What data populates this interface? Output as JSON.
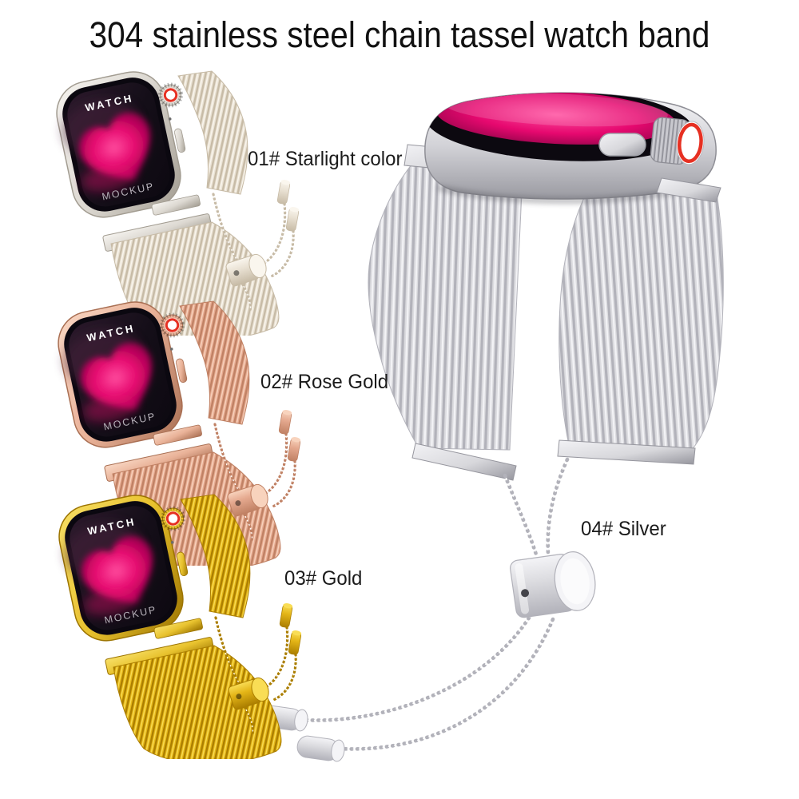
{
  "title": "304 stainless steel chain tassel watch band",
  "watch_face": {
    "top_text": "WATCH",
    "bottom_text": "MOCKUP"
  },
  "variants": [
    {
      "id": "01",
      "label": "01# Starlight color",
      "colors": {
        "band": "#e9e1d3",
        "bandD": "#c7bba6",
        "bandL": "#faf6ee",
        "case": "#dcd8d1",
        "caseL": "#f6f4f0",
        "caseD": "#a29c91"
      }
    },
    {
      "id": "02",
      "label": "02# Rose Gold",
      "colors": {
        "band": "#e5a98f",
        "bandD": "#c08164",
        "bandL": "#f8d3bd",
        "case": "#e9b298",
        "caseL": "#f9d8c5",
        "caseD": "#a96f53"
      }
    },
    {
      "id": "03",
      "label": "03# Gold",
      "colors": {
        "band": "#e4b517",
        "bandD": "#ab7e00",
        "bandL": "#f9dd55",
        "case": "#e8c22e",
        "caseL": "#f8e068",
        "caseD": "#9c7400"
      }
    },
    {
      "id": "04",
      "label": "04# Silver",
      "colors": {
        "band": "#dcdce0",
        "bandD": "#b2b2ba",
        "bandL": "#f4f4f7",
        "case": "#d8d8dc",
        "caseL": "#f2f2f5",
        "caseD": "#96969e"
      }
    }
  ],
  "screen": {
    "bg": "#140e18",
    "heart": "#e6086f",
    "heartCore": "#ff4d9e",
    "heartGlow": "#7d0340"
  },
  "accents": {
    "crown": "#e63022"
  }
}
